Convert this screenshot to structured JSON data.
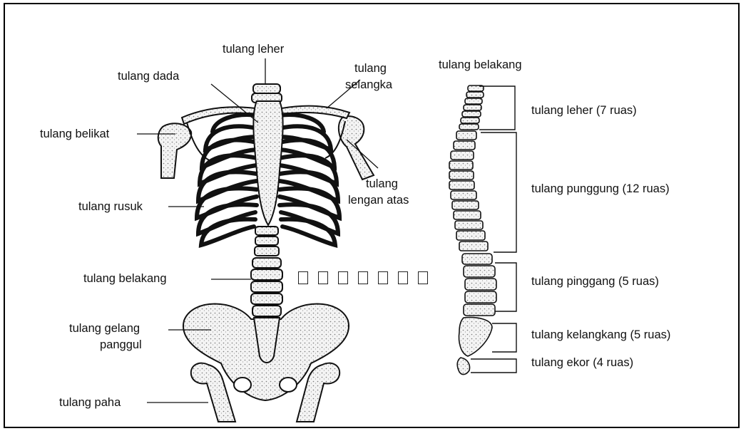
{
  "skeleton_labels": {
    "leher": "tulang leher",
    "dada": "tulang dada",
    "selangka_1": "tulang",
    "selangka_2": "selangka",
    "belikat": "tulang belikat",
    "lengan_1": "tulang",
    "lengan_2": "lengan atas",
    "rusuk": "tulang rusuk",
    "belakang": "tulang belakang",
    "gelang_1": "tulang gelang",
    "gelang_2": "panggul",
    "paha": "tulang paha"
  },
  "spine": {
    "title": "tulang belakang",
    "segments": [
      "tulang leher (7 ruas)",
      "tulang punggung (12 ruas)",
      "tulang pinggang (5 ruas)",
      "tulang kelangkang (5 ruas)",
      "tulang ekor (4 ruas)"
    ]
  },
  "placeholder_boxes": 7
}
